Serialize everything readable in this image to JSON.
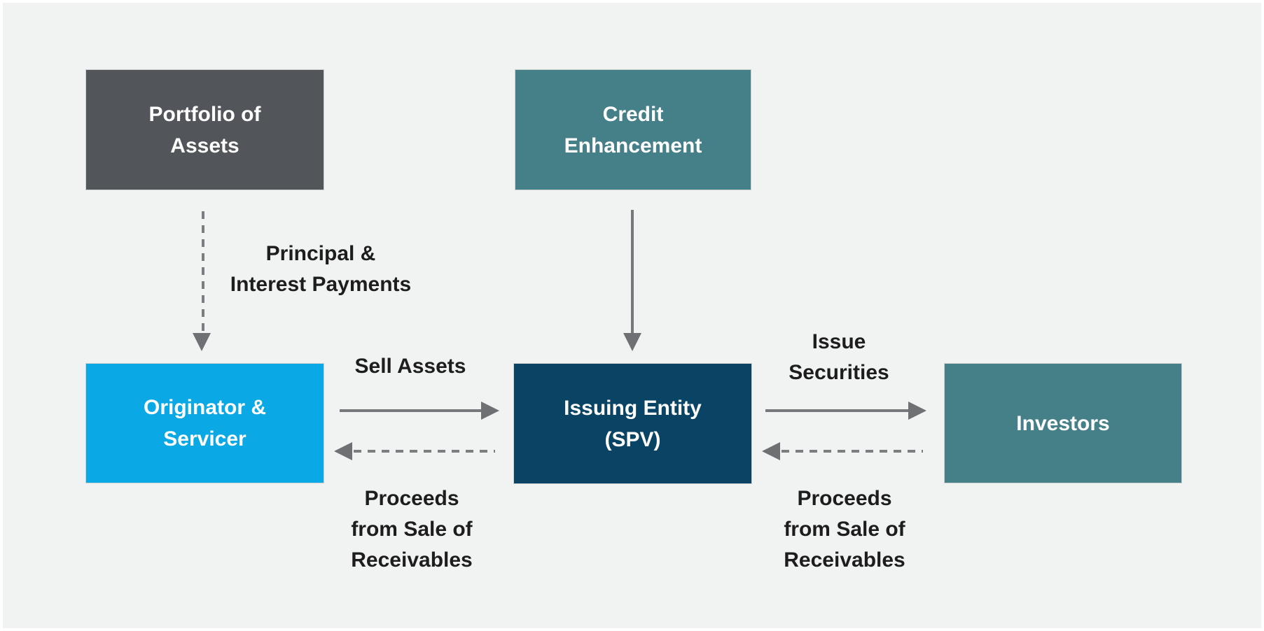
{
  "diagram": {
    "description": "Securitization process flow diagram"
  },
  "colors": {
    "background": "#F1F2F2",
    "frame_border": "#FFFFFF",
    "node_text": "#FFFFFF",
    "label_text": "#1D1D1D",
    "arrow_solid": "#77787B",
    "arrow_dashed": "#7B7D80",
    "arrow_head": "#6F7073",
    "dark_gray": "#52565A",
    "teal": "#458089",
    "bright_blue": "#0AA8E4",
    "navy": "#0A4465"
  },
  "nodes": {
    "portfolio": {
      "label": "Portfolio of\nAssets",
      "color_key": "dark_gray"
    },
    "credit": {
      "label": "Credit\nEnhancement",
      "color_key": "teal"
    },
    "originator": {
      "label": "Originator &\nServicer",
      "color_key": "bright_blue"
    },
    "spv": {
      "label": "Issuing Entity\n(SPV)",
      "color_key": "navy"
    },
    "investors": {
      "label": "Investors",
      "color_key": "teal"
    }
  },
  "flows": {
    "principal_interest": {
      "label": "Principal &\nInterest Payments",
      "style": "dashed",
      "from": "portfolio",
      "to": "originator",
      "direction": "down"
    },
    "credit_support": {
      "label": "",
      "style": "solid",
      "from": "credit",
      "to": "spv",
      "direction": "down"
    },
    "sell_assets": {
      "label": "Sell Assets",
      "style": "solid",
      "from": "originator",
      "to": "spv",
      "direction": "right"
    },
    "proceeds_left": {
      "label": "Proceeds\nfrom Sale of\nReceivables",
      "style": "dashed",
      "from": "spv",
      "to": "originator",
      "direction": "left"
    },
    "issue_securities": {
      "label": "Issue\nSecurities",
      "style": "solid",
      "from": "spv",
      "to": "investors",
      "direction": "right"
    },
    "proceeds_right": {
      "label": "Proceeds\nfrom Sale of\nReceivables",
      "style": "dashed",
      "from": "investors",
      "to": "spv",
      "direction": "left"
    }
  }
}
